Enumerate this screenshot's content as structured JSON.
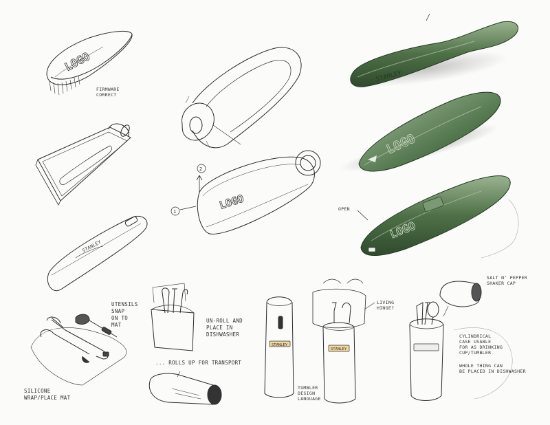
{
  "notes": {
    "brush_note": "FIRMWARE\nCORRECT",
    "utensils_snap": "UTENSILS\nSNAP\nON TO\nMAT",
    "silicone": "SILICONE\nWRAP/PLACE MAT",
    "unroll": "UN-ROLL AND\nPLACE IN\nDISHWASHER",
    "rolls_up": "... ROLLS UP FOR TRANSPORT",
    "living_hinge": "LIVING\nHINGE?",
    "tumbler": "TUMBLER\nDESIGN\nLANGUAGE",
    "salt_pepper": "SALT N' PEPPER\nSHAKER CAP",
    "cylindrical": "CYLINDRICAL\nCASE USABLE\nFOR AS DRINKING\nCUP/TUMBLER",
    "whole_thing": "WHOLE THING CAN\nBE PLACED IN DISHWASHER",
    "open": "OPEN"
  },
  "labels": {
    "logo_1": "LOGO",
    "logo_2": "LOGO",
    "logo_3": "LOGO",
    "logo_4": "LOGO",
    "stanley_1": "STANLEY",
    "stanley_2": "STANLEY",
    "stanley_3": "STANLEY",
    "stanley_4": "STANLEY",
    "marker_1": "1",
    "marker_2": "2"
  },
  "colors": {
    "ink": "#2b2b2b",
    "green_dark": "#3f5e3b",
    "green_mid": "#5f7f57",
    "green_light": "#8fa985",
    "label_orange": "#d9a24a"
  }
}
